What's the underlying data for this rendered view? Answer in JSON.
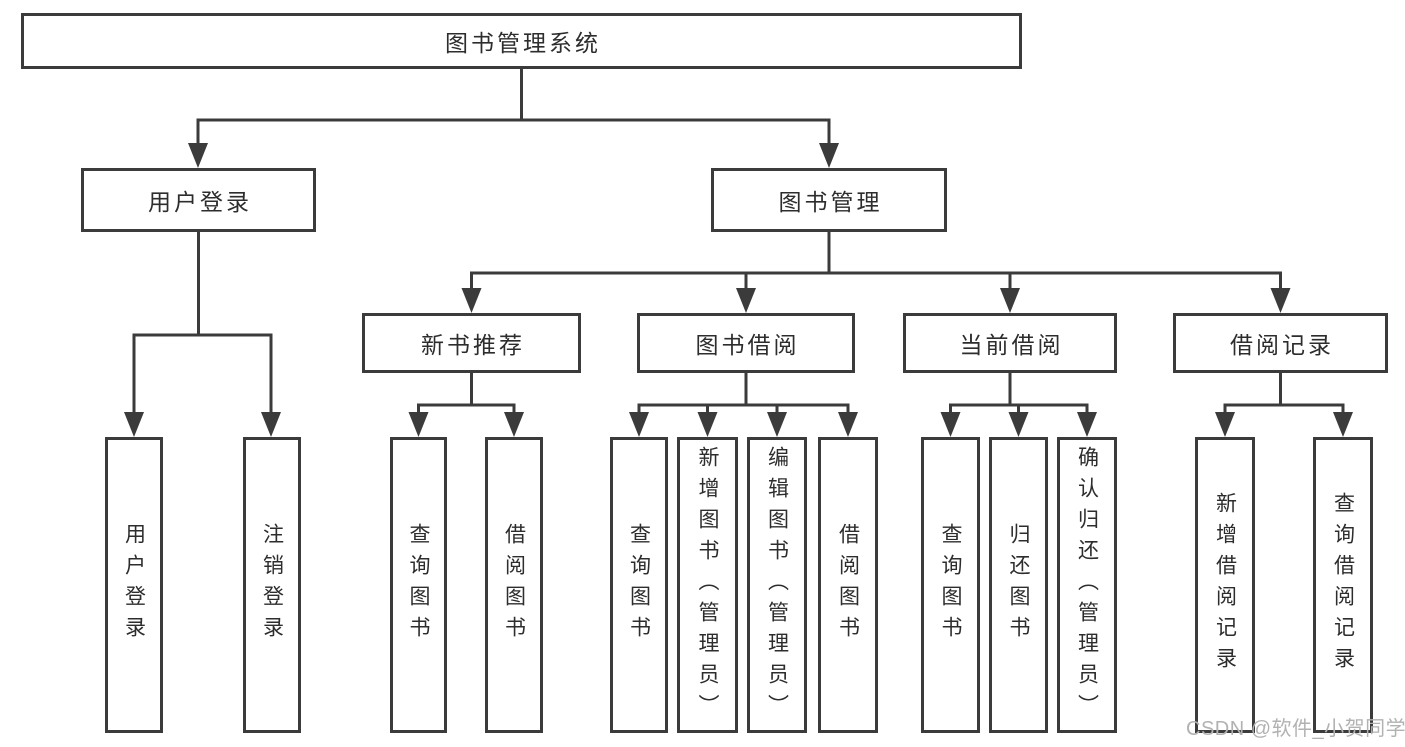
{
  "tree": {
    "label": "图书管理系统",
    "children": [
      {
        "label": "用户登录",
        "children": [
          {
            "label": "用户登录"
          },
          {
            "label": "注销登录"
          }
        ]
      },
      {
        "label": "图书管理",
        "children": [
          {
            "label": "新书推荐",
            "children": [
              {
                "label": "查询图书"
              },
              {
                "label": "借阅图书"
              }
            ]
          },
          {
            "label": "图书借阅",
            "children": [
              {
                "label": "查询图书"
              },
              {
                "label": "新增图书（管理员）"
              },
              {
                "label": "编辑图书（管理员）"
              },
              {
                "label": "借阅图书"
              }
            ]
          },
          {
            "label": "当前借阅",
            "children": [
              {
                "label": "查询图书"
              },
              {
                "label": "归还图书"
              },
              {
                "label": "确认归还（管理员）"
              }
            ]
          },
          {
            "label": "借阅记录",
            "children": [
              {
                "label": "新增借阅记录"
              },
              {
                "label": "查询借阅记录"
              }
            ]
          }
        ]
      }
    ]
  },
  "watermark": {
    "text": "CSDN @软件_小贺同学"
  },
  "colors": {
    "line": "#3b3b3b",
    "text": "#2d2d2d",
    "watermark": "#b2b2b2",
    "background": "#ffffff"
  }
}
